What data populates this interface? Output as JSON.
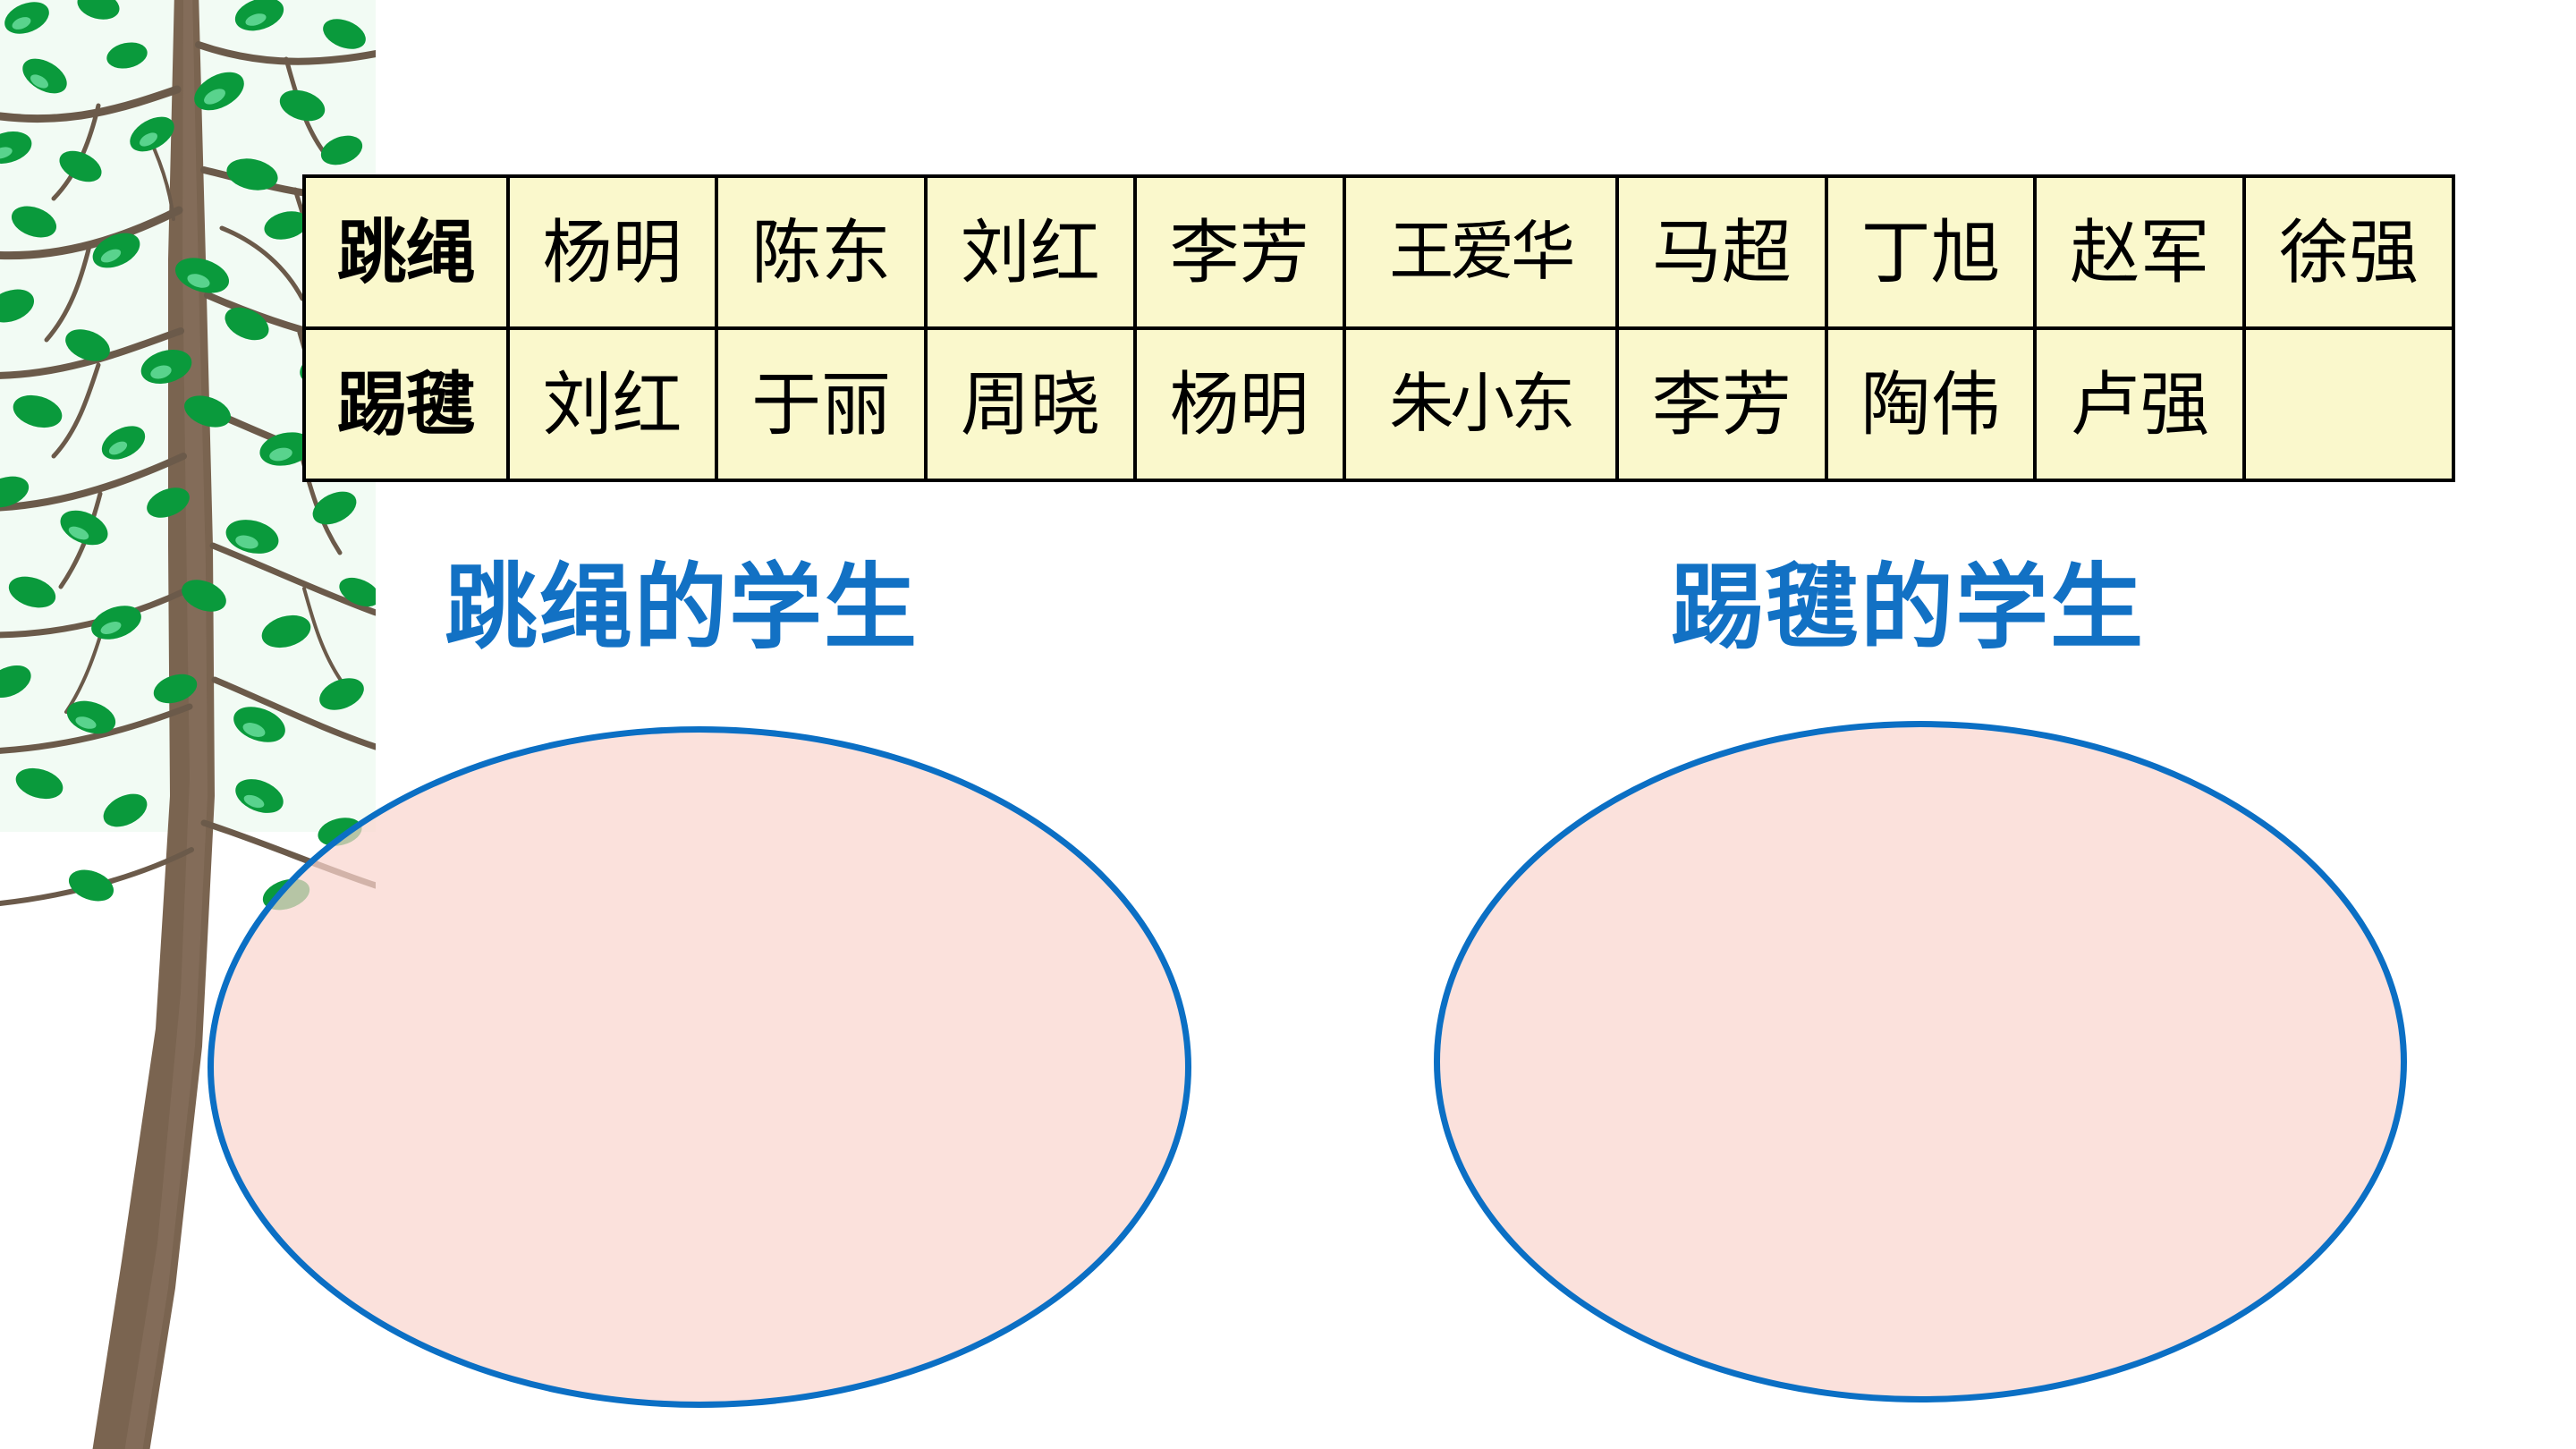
{
  "slide": {
    "background_color": "#ffffff",
    "decoration": {
      "name": "tree-illustration",
      "trunk_color": "#7a6450",
      "branch_color": "#6b5a4a",
      "leaf_color": "#0a9a3c",
      "leaf_highlight_color": "#6fe0a0",
      "backdrop_color": "#f2fbf4"
    }
  },
  "table": {
    "fill_color": "#faf8cc",
    "border_color": "#000000",
    "rows": [
      {
        "header": "跳绳",
        "names": [
          "杨明",
          "陈东",
          "刘红",
          "李芳",
          "王爱华",
          "马超",
          "丁旭",
          "赵军",
          "徐强"
        ]
      },
      {
        "header": "踢毽",
        "names": [
          "刘红",
          "于丽",
          "周晓",
          "杨明",
          "朱小东",
          "李芳",
          "陶伟",
          "卢强",
          ""
        ]
      }
    ]
  },
  "groups": [
    {
      "title": "跳绳的学生",
      "title_color": "#1271c4",
      "ellipse_fill": "#fadece",
      "ellipse_border": "#0b6fc4"
    },
    {
      "title": "踢毽的学生",
      "title_color": "#1271c4",
      "ellipse_fill": "#fadece",
      "ellipse_border": "#0b6fc4"
    }
  ]
}
